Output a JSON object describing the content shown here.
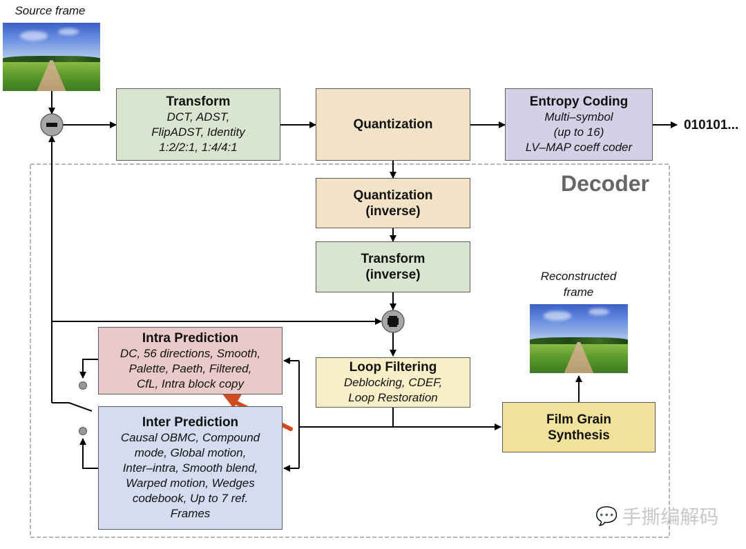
{
  "labels": {
    "source_frame": "Source frame",
    "reconstructed_frame_line1": "Reconstructed",
    "reconstructed_frame_line2": "frame",
    "bitstream": "010101...",
    "decoder": "Decoder",
    "watermark": "手撕编解码"
  },
  "blocks": {
    "transform": {
      "title": "Transform",
      "lines": [
        "DCT, ADST,",
        "FlipADST, Identity",
        "1:2/2:1, 1:4/4:1"
      ],
      "color": "#d9e5d0"
    },
    "quantization": {
      "title": "Quantization",
      "color": "#f2e3c8"
    },
    "entropy": {
      "title": "Entropy Coding",
      "lines": [
        "Multi–symbol",
        "(up to 16)",
        "LV–MAP coeff coder"
      ],
      "color": "#d5d0e6"
    },
    "quant_inverse": {
      "title_line1": "Quantization",
      "title_line2": "(inverse)",
      "color": "#f2e3c8"
    },
    "transform_inverse": {
      "title_line1": "Transform",
      "title_line2": "(inverse)",
      "color": "#d9e5d0"
    },
    "intra": {
      "title": "Intra Prediction",
      "lines": [
        "DC, 56 directions, Smooth,",
        "Palette, Paeth, Filtered,",
        "CfL, Intra block copy"
      ],
      "color": "#e9cac9"
    },
    "inter": {
      "title": "Inter Prediction",
      "lines": [
        "Causal OBMC, Compound",
        "mode, Global motion,",
        "Inter–intra, Smooth blend,",
        "Warped motion, Wedges",
        "codebook, Up to 7 ref.",
        "Frames"
      ],
      "color": "#d4dcef"
    },
    "loop": {
      "title": "Loop Filtering",
      "lines": [
        "Deblocking, CDEF,",
        "Loop Restoration"
      ],
      "color": "#f8efc9"
    },
    "film_grain": {
      "title_line1": "Film Grain",
      "title_line2": "Synthesis",
      "color": "#f2e29c"
    }
  },
  "nodes": {
    "subtract": {
      "symbol": "−"
    },
    "add": {
      "symbol": "+"
    }
  },
  "annotation_color": "#d24a1e"
}
